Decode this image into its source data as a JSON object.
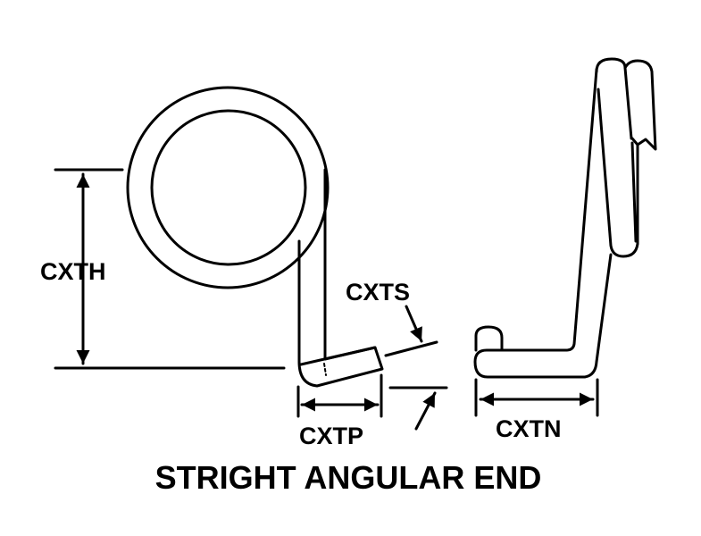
{
  "labels": {
    "height": "CXTH",
    "thickness": "CXTS",
    "projection": "CXTP",
    "length": "CXTN"
  },
  "title": "STRIGHT ANGULAR END"
}
